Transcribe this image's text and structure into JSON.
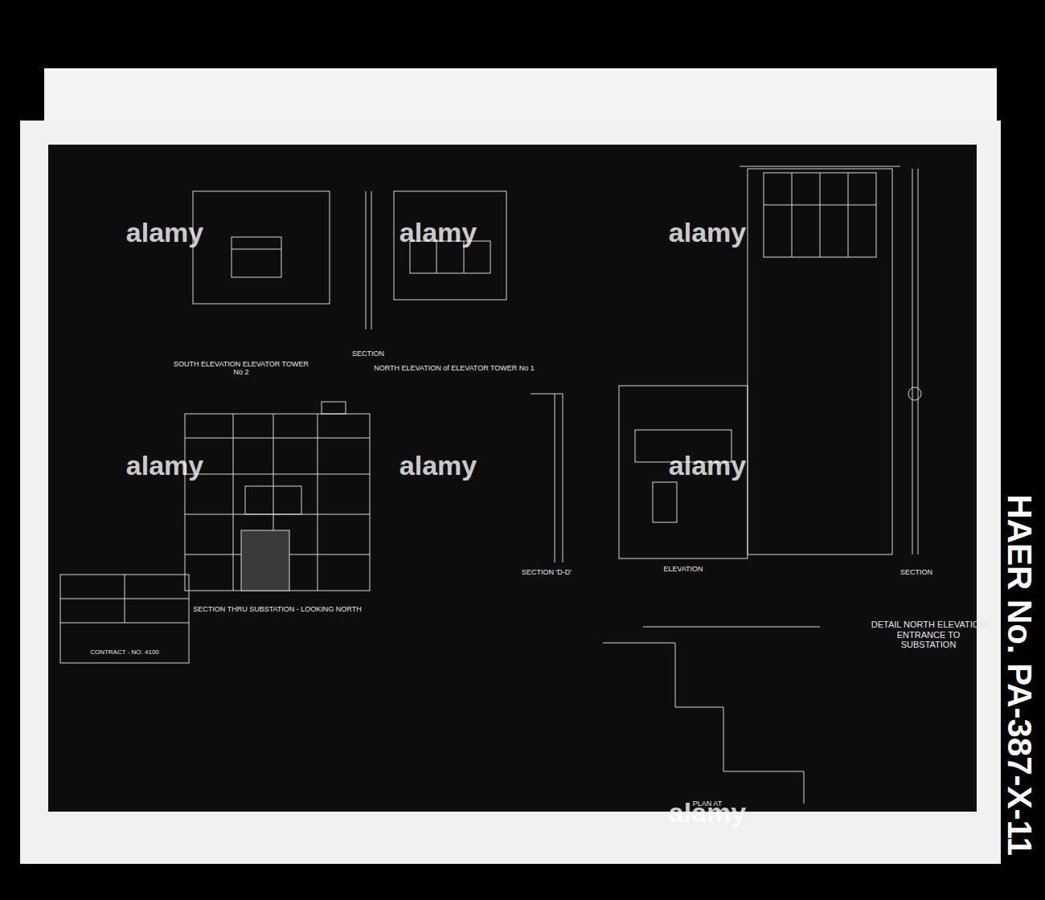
{
  "diagram": {
    "labels": [
      "SOUTH ELEVATION ELEVATOR TOWER No 2",
      "SECTION",
      "NORTH ELEVATION of ELEVATOR TOWER No 1",
      "SECTION THRU SUBSTATION - LOOKING NORTH",
      "SECTION 'D-D'",
      "ELEVATION",
      "SECTION",
      "PLAN AT",
      "DETAIL NORTH ELEVATION ENTRANCE TO SUBSTATION",
      "CONTRACT - NO. 4100",
      "HAER No. PA-387-X-11",
      "alamy",
      "alamy",
      "alamy",
      "alamy",
      "alamy",
      "alamy",
      "alamy"
    ]
  }
}
